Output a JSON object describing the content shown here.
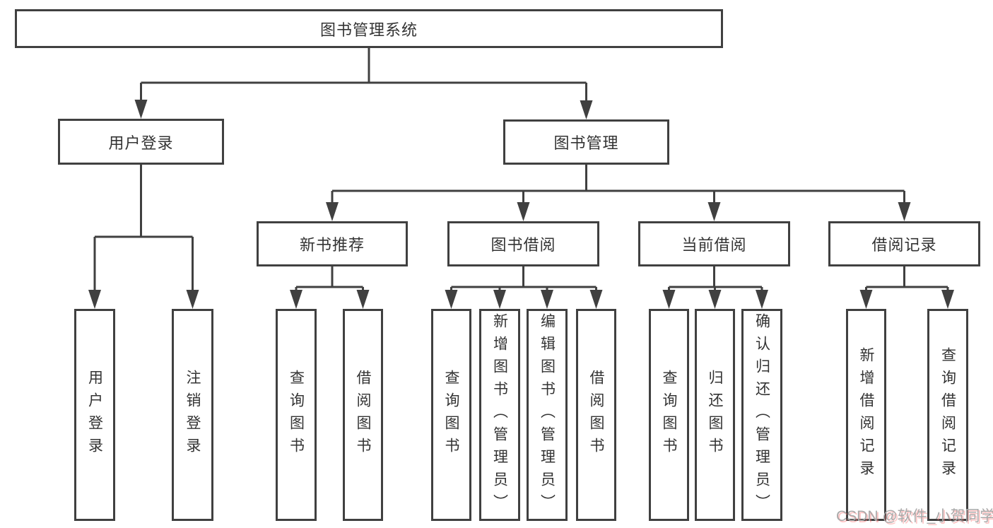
{
  "hierarchy": {
    "root": "图书管理系统",
    "level2": [
      {
        "label": "用户登录",
        "children": [
          "用户登录",
          "注销登录"
        ]
      },
      {
        "label": "图书管理",
        "children": [
          {
            "label": "新书推荐",
            "children": [
              "查询图书",
              "借阅图书"
            ]
          },
          {
            "label": "图书借阅",
            "children": [
              "查询图书",
              "新增图书（管理员）",
              "编辑图书（管理员）",
              "借阅图书"
            ]
          },
          {
            "label": "当前借阅",
            "children": [
              "查询图书",
              "归还图书",
              "确认归还（管理员）"
            ]
          },
          {
            "label": "借阅记录",
            "children": [
              "新增借阅记录",
              "查询借阅记录"
            ]
          }
        ]
      }
    ]
  },
  "watermark": {
    "text": "CSDN @软件_小贺同学"
  },
  "colors": {
    "line": "#404040",
    "text": "#333333",
    "background": "#ffffff",
    "watermark": "#a9a9a9",
    "watermark_accent": "#fa7878"
  }
}
